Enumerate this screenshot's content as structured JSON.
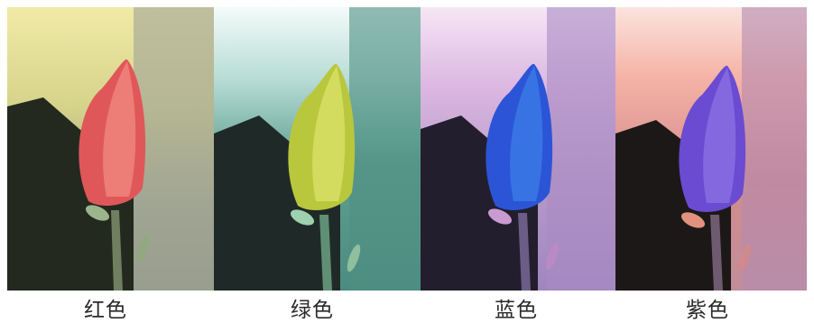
{
  "panels": [
    {
      "id": "red",
      "label": "红色",
      "petal": "#e0575a",
      "petal_hi": "#f08a82",
      "bg_top": "#e7e08c",
      "bg_mid": "#a9ad8c",
      "bg_dark": "#20251c",
      "right": "#9b9f90"
    },
    {
      "id": "green",
      "label": "绿色",
      "petal": "#b9c73c",
      "petal_hi": "#dde36c",
      "bg_top": "#dcefe9",
      "bg_mid": "#5ea091",
      "bg_dark": "#1f2a28",
      "right": "#4f8f84"
    },
    {
      "id": "blue",
      "label": "蓝色",
      "petal": "#2b55d6",
      "petal_hi": "#3e7ee8",
      "bg_top": "#f1d6ef",
      "bg_mid": "#b79bc9",
      "bg_dark": "#231e2d",
      "right": "#a98ac3"
    },
    {
      "id": "purple",
      "label": "紫色",
      "petal": "#6a4bd1",
      "petal_hi": "#8c72e4",
      "bg_top": "#f5b2a6",
      "bg_mid": "#d38c8c",
      "bg_dark": "#1d1818",
      "right": "#b48bb0"
    }
  ]
}
